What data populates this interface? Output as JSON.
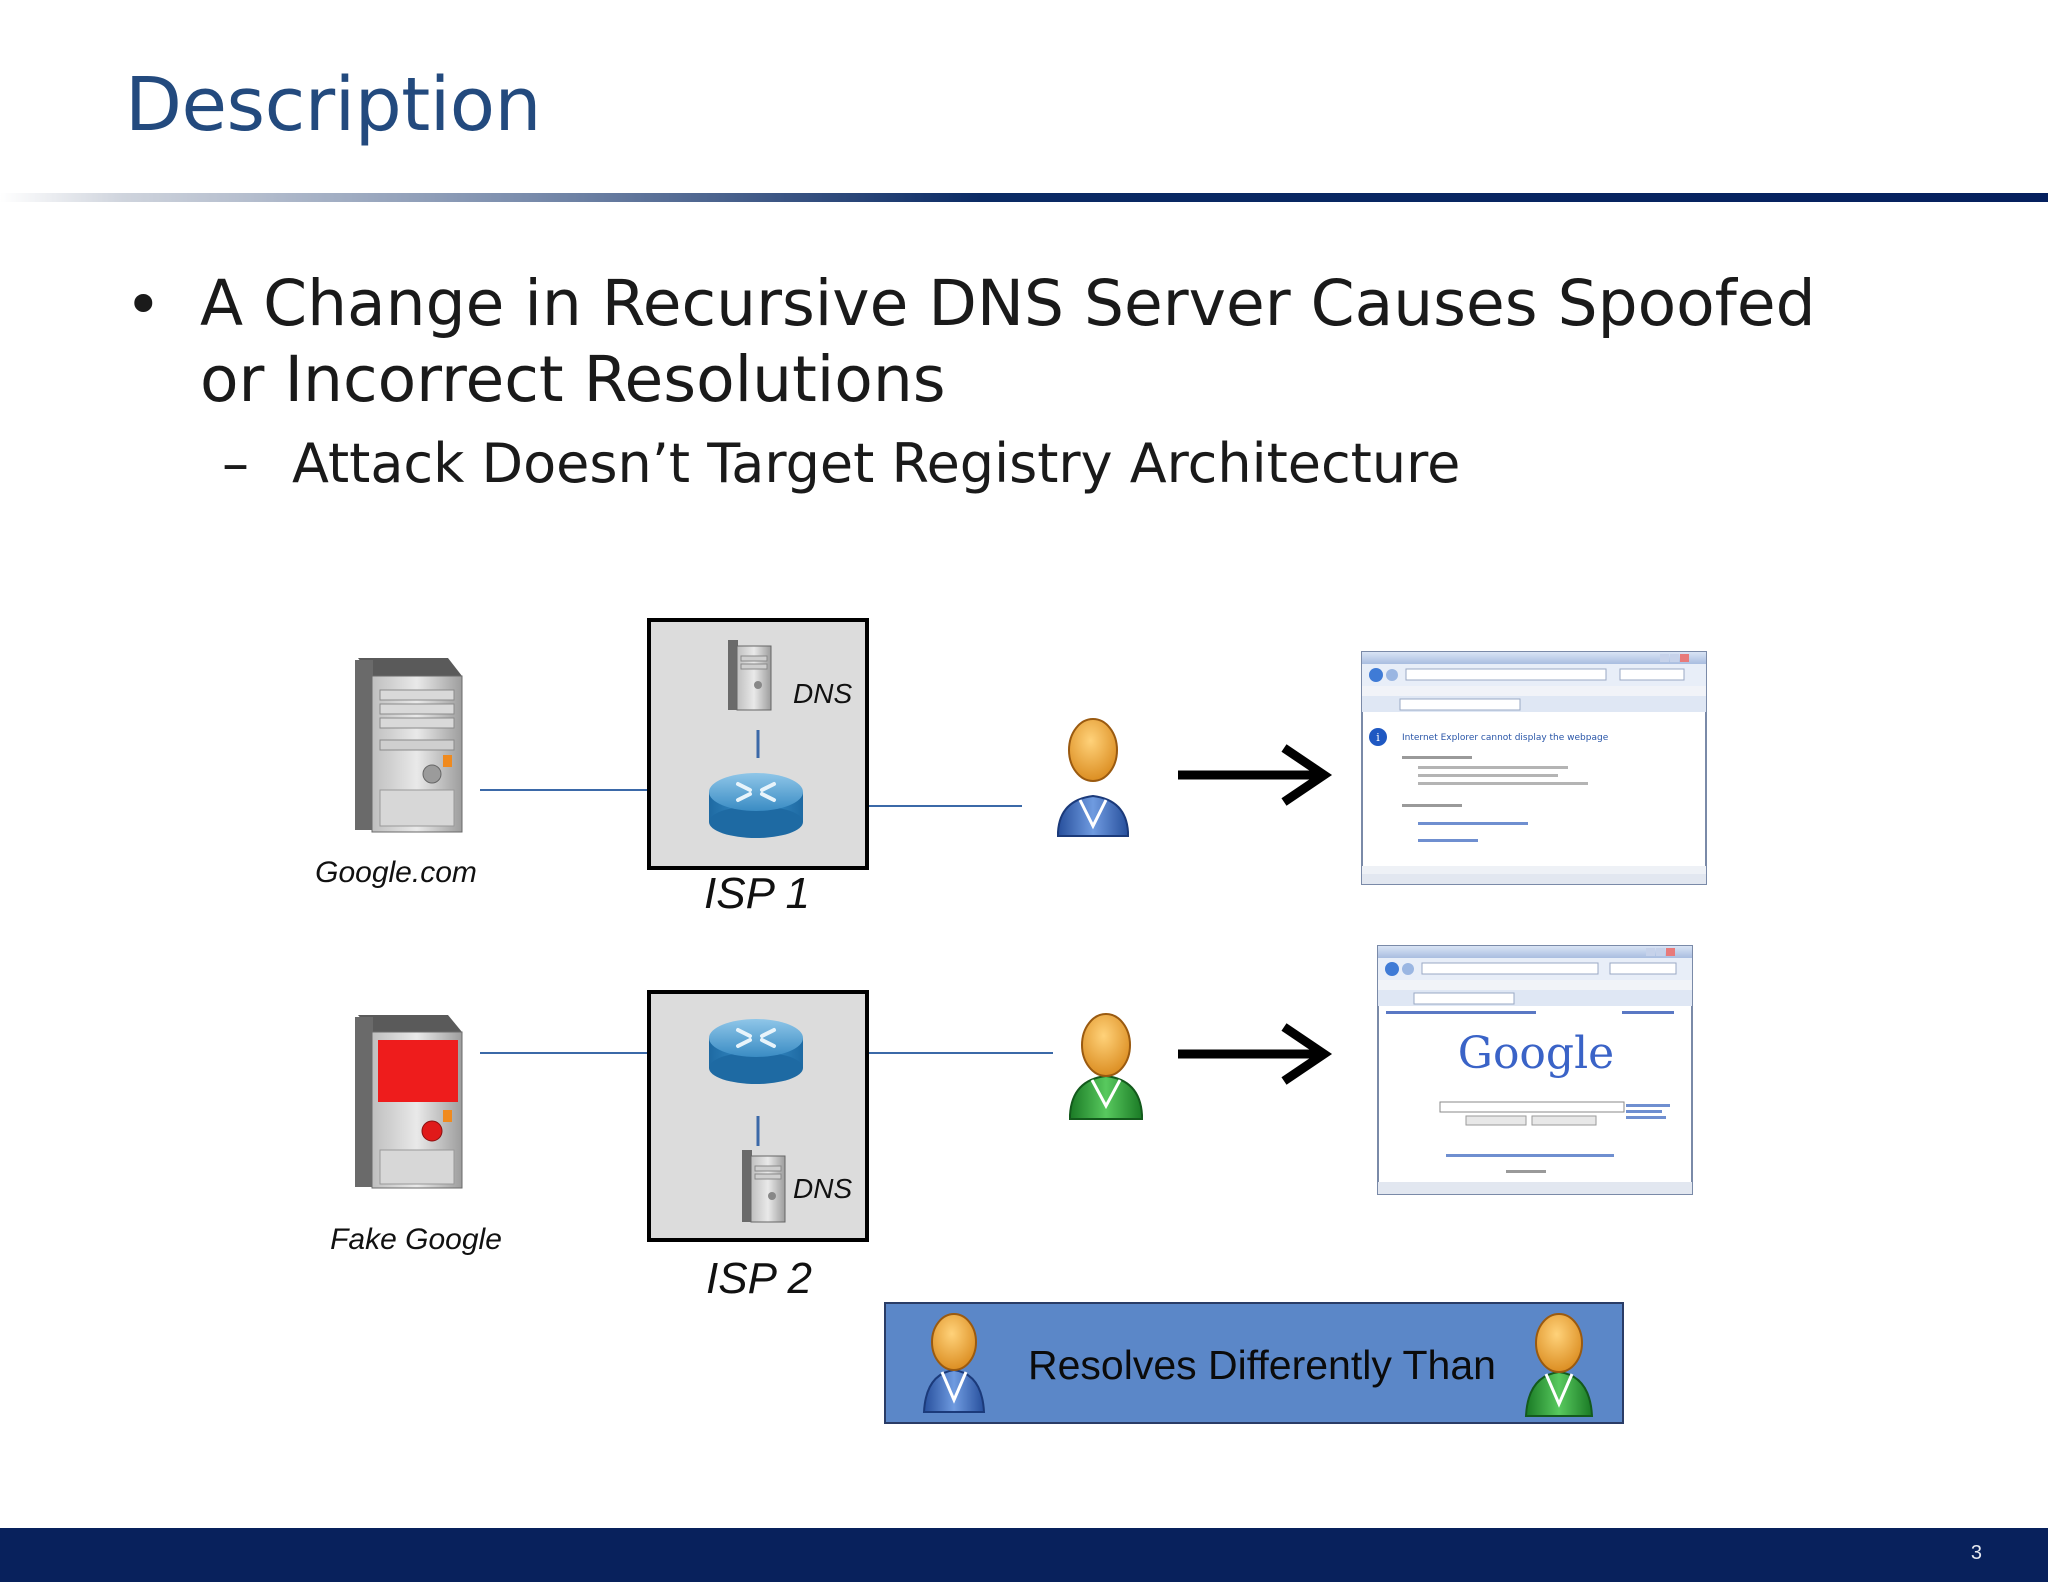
{
  "slide": {
    "title": "Description",
    "bullets": [
      {
        "text": "A Change in Recursive DNS Server Causes Spoofed or Incorrect Resolutions"
      }
    ],
    "subbullets": [
      {
        "text": "Attack Doesn’t Target Registry Architecture"
      }
    ],
    "page_number": "3"
  },
  "diagram": {
    "server_top_label": "Google.com",
    "server_bottom_label": "Fake Google",
    "isp1_label": "ISP 1",
    "isp2_label": "ISP 2",
    "dns_label_1": "DNS",
    "dns_label_2": "DNS",
    "legend_text": "Resolves Differently Than",
    "browser_top": {
      "window_title": "Internet Explorer cannot display the webpage - Windows Internet Explorer",
      "heading": "Internet Explorer cannot display the webpage"
    },
    "browser_bottom": {
      "window_title": "Google - Windows Internet Explorer",
      "logo": "Google"
    },
    "colors": {
      "user_blue": "#4f7fd0",
      "user_green": "#2ea33a",
      "router": "#3a8cc4",
      "fake_server_panel": "#ee1c1c",
      "legend_bg": "#5b87c8",
      "title": "#234a7e",
      "footer": "#08215c"
    }
  }
}
